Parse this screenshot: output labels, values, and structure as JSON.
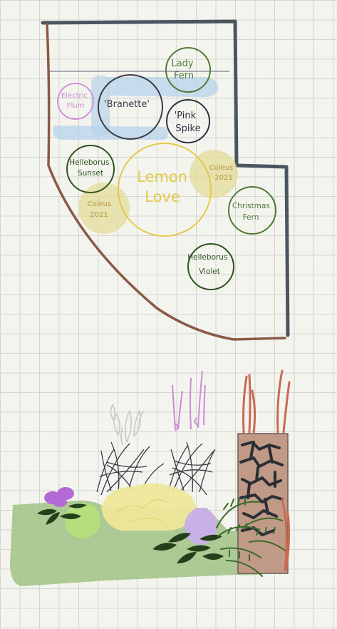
{
  "plan": {
    "plants": [
      {
        "id": "lady-fern",
        "lines": [
          "Lady",
          "Fern"
        ],
        "color": "#4f7a33"
      },
      {
        "id": "branette",
        "lines": [
          "'Branette'"
        ],
        "color": "#3c3a48"
      },
      {
        "id": "electric-plum",
        "lines": [
          "Electric",
          "Plum"
        ],
        "color": "#cf8ad8"
      },
      {
        "id": "pink-spike",
        "lines": [
          "'Pink",
          "Spike"
        ],
        "color": "#2b3340"
      },
      {
        "id": "helleborus-sunset",
        "lines": [
          "Helleborus",
          "Sunset"
        ],
        "color": "#2f5421"
      },
      {
        "id": "lemon-love",
        "lines": [
          "Lemon",
          "Love"
        ],
        "color": "#e4c94a"
      },
      {
        "id": "coleus-right",
        "lines": [
          "Coleus",
          "2021"
        ],
        "color": "#b39a3f"
      },
      {
        "id": "coleus-left",
        "lines": [
          "Coleus",
          "2021"
        ],
        "color": "#b39a3f"
      },
      {
        "id": "christmas-fern",
        "lines": [
          "Christmas",
          "Fern"
        ],
        "color": "#4f7a33"
      },
      {
        "id": "helleborus-violet",
        "lines": [
          "Helleborus",
          "Violet"
        ],
        "color": "#2f5421"
      }
    ]
  },
  "colors": {
    "wall": "#4a5560",
    "path": "#8a5a44",
    "lawn": "#a5c489",
    "blue_wash": "#b7d3ea",
    "stone": "#c09a86"
  }
}
